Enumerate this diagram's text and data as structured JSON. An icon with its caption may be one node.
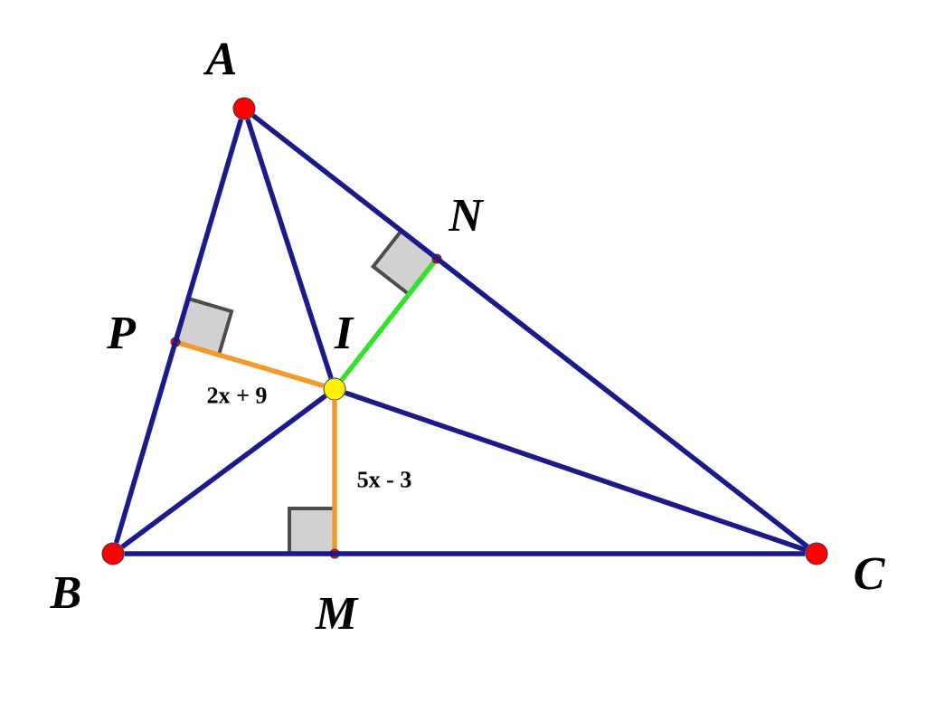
{
  "diagram": {
    "nodes": [
      {
        "text": [
          "A"
        ]
      },
      {
        "text": [
          "B"
        ]
      },
      {
        "text": [
          "C"
        ]
      },
      {
        "text": [
          "I"
        ]
      },
      {
        "text": [
          "P"
        ]
      },
      {
        "text": [
          "M"
        ]
      },
      {
        "text": [
          "N"
        ]
      }
    ],
    "edges": [
      {
        "from": 0,
        "to": 1,
        "arrow": "none"
      },
      {
        "from": 1,
        "to": 2,
        "arrow": "none"
      },
      {
        "from": 2,
        "to": 0,
        "arrow": "none"
      },
      {
        "from": 0,
        "to": 3,
        "arrow": "none"
      },
      {
        "from": 1,
        "to": 3,
        "arrow": "none"
      },
      {
        "from": 2,
        "to": 3,
        "arrow": "none"
      },
      {
        "from": 4,
        "to": 3,
        "arrow": "none",
        "label": "2x + 9",
        "color": "#f29a2e"
      },
      {
        "from": 3,
        "to": 5,
        "arrow": "none",
        "label": "5x - 3",
        "color": "#f29a2e"
      },
      {
        "from": 3,
        "to": 6,
        "arrow": "none",
        "color": "#33e02a"
      }
    ]
  }
}
